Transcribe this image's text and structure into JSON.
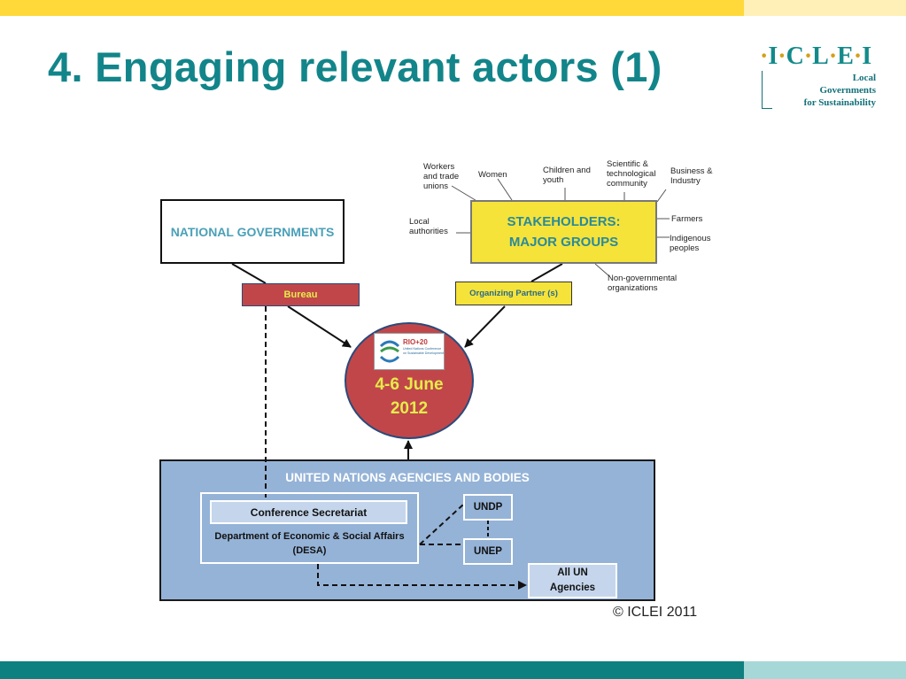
{
  "slide": {
    "title": "4. Engaging relevant actors (1)",
    "copyright": "© ICLEI 2011"
  },
  "logo": {
    "letters": [
      "I",
      "C",
      "L",
      "E",
      "I"
    ],
    "line1": "Local",
    "line2": "Governments",
    "line3": "for Sustainability"
  },
  "diagram": {
    "national_governments": "NATIONAL GOVERNMENTS",
    "stakeholders": "STAKEHOLDERS: MAJOR GROUPS",
    "bureau": "Bureau",
    "organizing_partner": "Organizing Partner (s)",
    "rio_logo_title": "RIO+20",
    "rio_logo_sub": "United Nations Conference on Sustainable Development",
    "date_line1": "4-6 June",
    "date_line2": "2012",
    "un_title": "UNITED NATIONS AGENCIES AND BODIES",
    "conference_secretariat": "Conference Secretariat",
    "desa": "Department of Economic & Social Affairs (DESA)",
    "undp": "UNDP",
    "unep": "UNEP",
    "all_un": "All UN Agencies",
    "major_groups": [
      "Workers and trade unions",
      "Women",
      "Children and youth",
      "Scientific & technological community",
      "Business & Industry",
      "Local authorities",
      "Farmers",
      "Indigenous peoples",
      "Non-governmental organizations"
    ]
  },
  "colors": {
    "teal": "#12858a",
    "yellow_box": "#f5e33a",
    "red_box": "#c1464a",
    "un_blue": "#95b3d7",
    "date_text": "#e4ec4a"
  }
}
